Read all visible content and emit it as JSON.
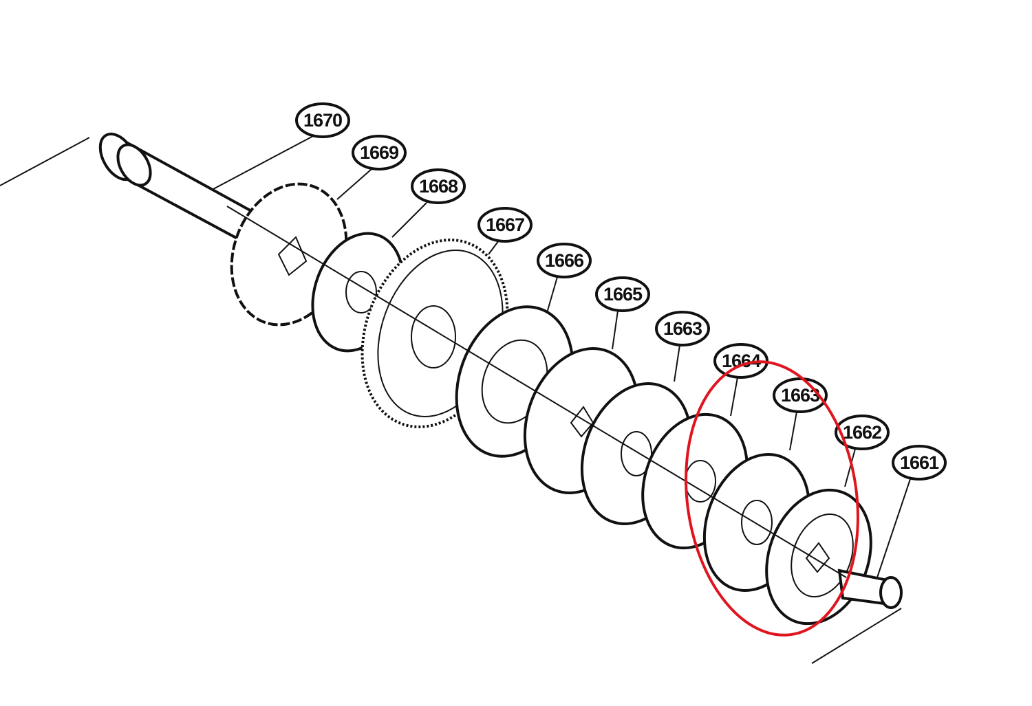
{
  "diagram": {
    "title": "Exploded parts view: shaft and disc assembly",
    "highlight_color": "#e0141e",
    "callouts": [
      {
        "id": "1670"
      },
      {
        "id": "1669"
      },
      {
        "id": "1668"
      },
      {
        "id": "1667"
      },
      {
        "id": "1666"
      },
      {
        "id": "1665"
      },
      {
        "id": "1663"
      },
      {
        "id": "1664"
      },
      {
        "id": "1663"
      },
      {
        "id": "1662"
      },
      {
        "id": "1661"
      }
    ]
  }
}
